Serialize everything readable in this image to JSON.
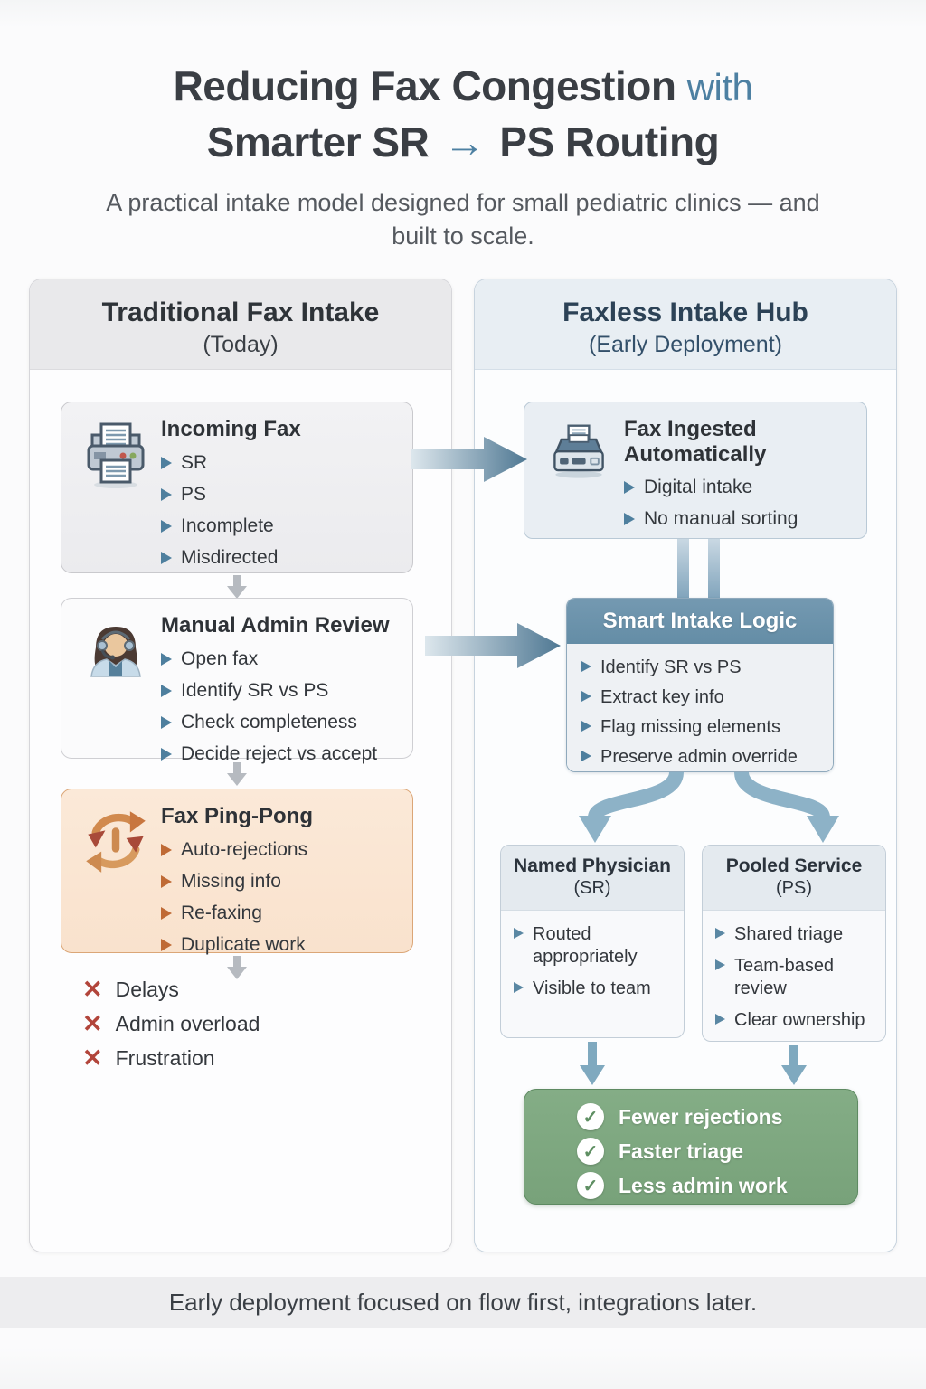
{
  "title": {
    "main": "Reducing Fax Congestion",
    "accent": "with",
    "line2_pre": "Smarter SR",
    "line2_arrow": "→",
    "line2_post": "PS Routing",
    "subtitle": "A practical intake model designed for small pediatric clinics — and built to scale."
  },
  "left_panel": {
    "title": "Traditional Fax Intake",
    "subtitle": "(Today)",
    "incoming_fax": {
      "title": "Incoming Fax",
      "items": [
        "SR",
        "PS",
        "Incomplete",
        "Misdirected"
      ],
      "icon": "fax-machine-icon"
    },
    "manual_review": {
      "title": "Manual Admin Review",
      "items": [
        "Open fax",
        "Identify SR vs PS",
        "Check completeness",
        "Decide reject vs accept"
      ],
      "icon": "admin-operator-icon"
    },
    "ping_pong": {
      "title": "Fax Ping-Pong",
      "items": [
        "Auto-rejections",
        "Missing info",
        "Re-faxing",
        "Duplicate work"
      ],
      "icon": "cycle-arrows-icon"
    },
    "outcomes": [
      "Delays",
      "Admin overload",
      "Frustration"
    ]
  },
  "right_panel": {
    "title": "Faxless Intake Hub",
    "subtitle": "(Early Deployment)",
    "fax_ingested": {
      "title": "Fax Ingested Automatically",
      "items": [
        "Digital intake",
        "No manual sorting"
      ],
      "icon": "scanner-icon"
    },
    "smart_logic": {
      "title": "Smart Intake Logic",
      "items": [
        "Identify SR vs PS",
        "Extract key info",
        "Flag missing elements",
        "Preserve admin override"
      ]
    },
    "named_physician": {
      "title": "Named Physician",
      "subtitle": "(SR)",
      "items": [
        "Routed appropriately",
        "Visible to team"
      ]
    },
    "pooled_service": {
      "title": "Pooled Service",
      "subtitle": "(PS)",
      "items": [
        "Shared triage",
        "Team-based review",
        "Clear ownership"
      ]
    },
    "benefits": [
      "Fewer rejections",
      "Faster triage",
      "Less admin work"
    ]
  },
  "footer": {
    "note": "Early deployment focused on flow first, integrations later."
  },
  "icons": {
    "bullet": "triangle-right-arrow",
    "negative": "x-mark",
    "positive": "check-circle"
  },
  "colors": {
    "accent_blue": "#4d80a2",
    "steel_blue": "#6b92aa",
    "arrow_blue": "#7fa3bb",
    "warning_orange": "#bf6a35",
    "ping_pong_bg": "#f9e2cd",
    "error_red": "#b2453b",
    "success_green": "#78a27a"
  }
}
